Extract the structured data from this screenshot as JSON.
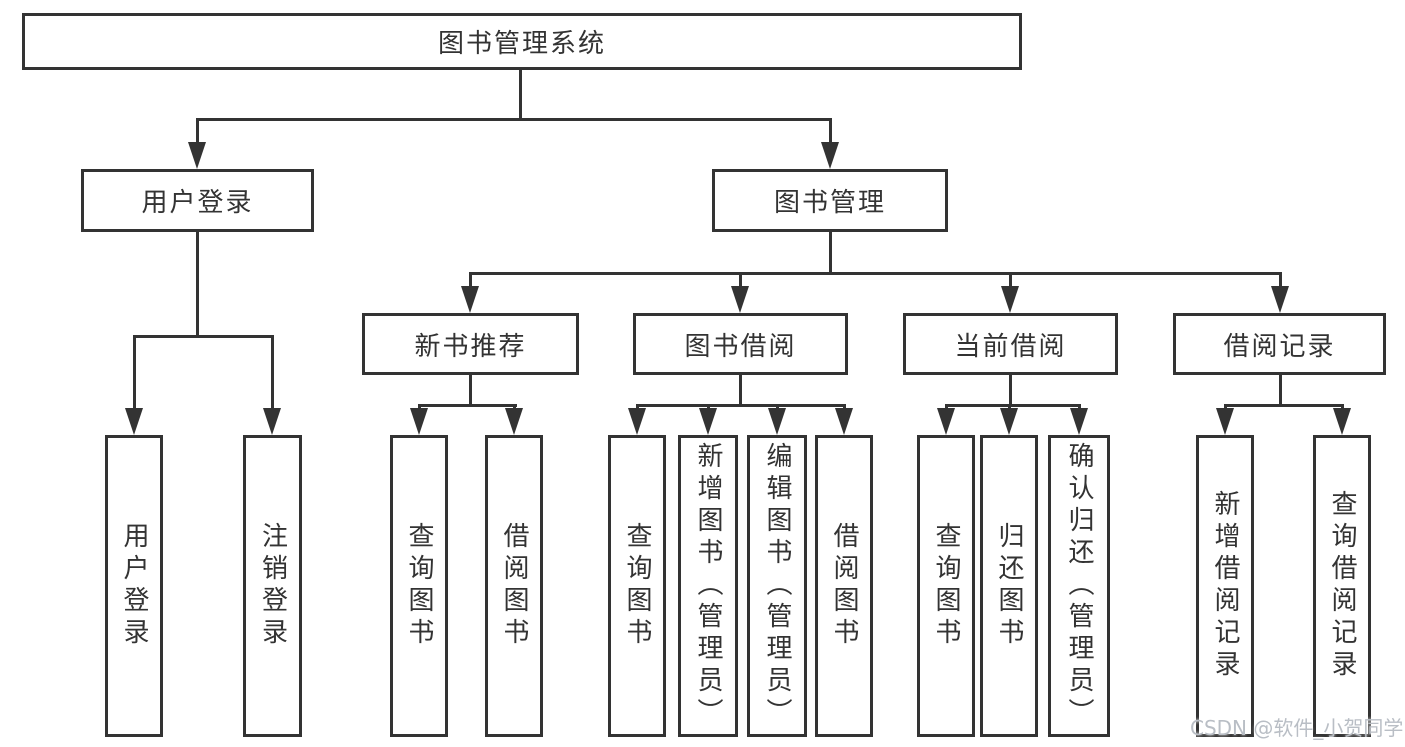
{
  "tree": {
    "root": {
      "label": "图书管理系统"
    },
    "branches": [
      {
        "label": "用户登录",
        "children": [
          {
            "label": "用户登录"
          },
          {
            "label": "注销登录"
          }
        ]
      },
      {
        "label": "图书管理",
        "children": [
          {
            "label": "新书推荐",
            "children": [
              {
                "label": "查询图书"
              },
              {
                "label": "借阅图书"
              }
            ]
          },
          {
            "label": "图书借阅",
            "children": [
              {
                "label": "查询图书"
              },
              {
                "label": "新增图书（管理员）"
              },
              {
                "label": "编辑图书（管理员）"
              },
              {
                "label": "借阅图书"
              }
            ]
          },
          {
            "label": "当前借阅",
            "children": [
              {
                "label": "查询图书"
              },
              {
                "label": "归还图书"
              },
              {
                "label": "确认归还（管理员）"
              }
            ]
          },
          {
            "label": "借阅记录",
            "children": [
              {
                "label": "新增借阅记录"
              },
              {
                "label": "查询借阅记录"
              }
            ]
          }
        ]
      }
    ]
  },
  "watermark": {
    "text": "CSDN @软件_小贺同学"
  },
  "colors": {
    "line": "#333333",
    "text": "#333333",
    "background": "#ffffff",
    "watermark": "#b9bec5"
  }
}
